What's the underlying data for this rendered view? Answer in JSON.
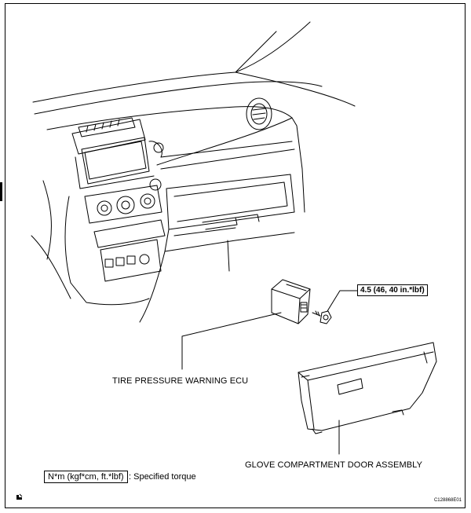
{
  "labels": {
    "torque": "4.5 (46, 40 in.*lbf)",
    "ecu": "TIRE PRESSURE WARNING ECU",
    "glove": "GLOVE COMPARTMENT DOOR ASSEMBLY"
  },
  "legend": {
    "unit": "N*m (kgf*cm, ft.*lbf)",
    "desc": ": Specified torque"
  },
  "figure_code": "C128868E01"
}
